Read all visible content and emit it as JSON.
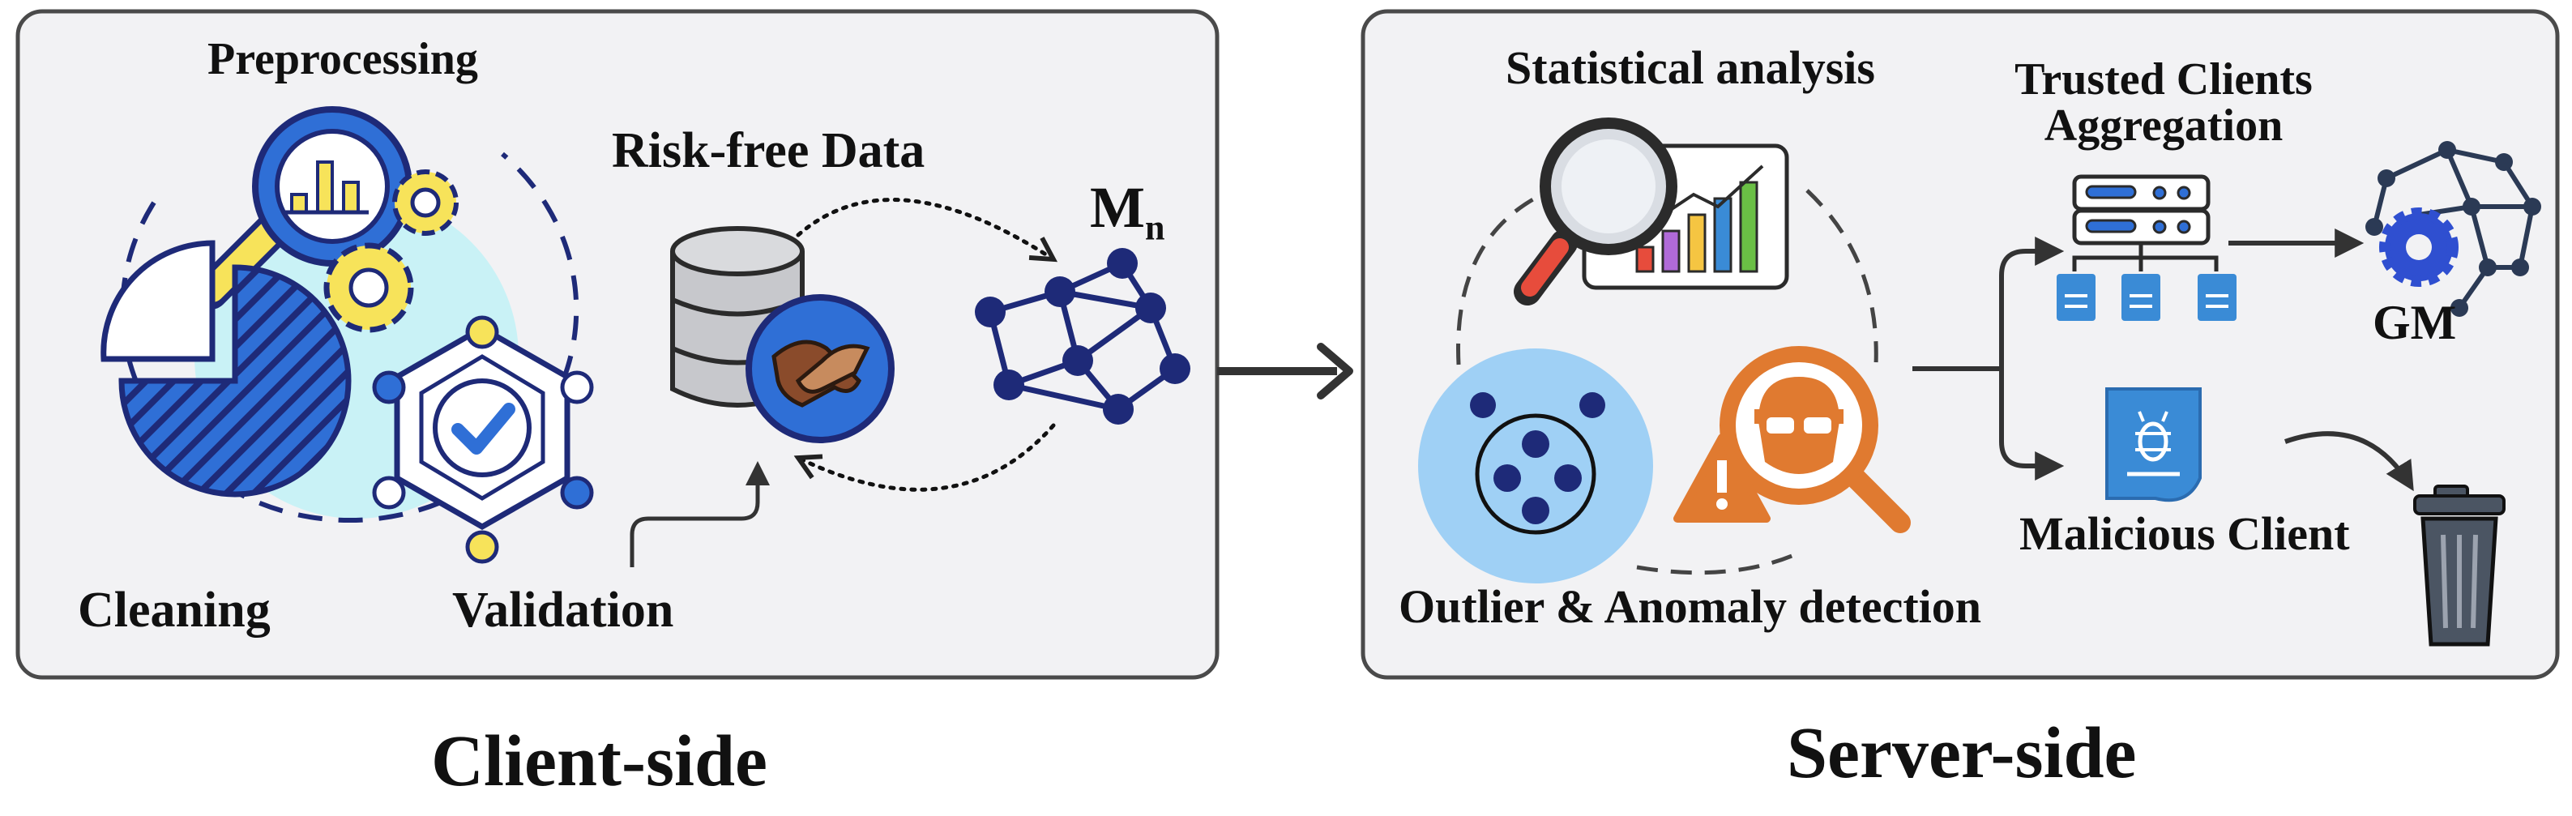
{
  "client": {
    "preprocessing": "Preprocessing",
    "cleaning": "Cleaning",
    "validation": "Validation",
    "risk_free_data": "Risk-free Data",
    "model_label": "M",
    "model_subscript": "n",
    "caption": "Client-side"
  },
  "server": {
    "statistical_analysis": "Statistical analysis",
    "outlier_detection": "Outlier & Anomaly detection",
    "trusted_line1": "Trusted Clients",
    "trusted_line2": "Aggregation",
    "malicious_client": "Malicious Client",
    "global_model": "GM",
    "caption": "Server-side"
  },
  "colors": {
    "panel_fill": "#f2f2f4",
    "panel_border": "#4a4a4a",
    "navy": "#1e2a78",
    "blue": "#2f6fd6",
    "light_blue": "#9fd0f5",
    "cyan_blob": "#c9f2f6",
    "yellow": "#f7e35a",
    "orange": "#e07a30",
    "bin_gray": "#4b5563"
  }
}
